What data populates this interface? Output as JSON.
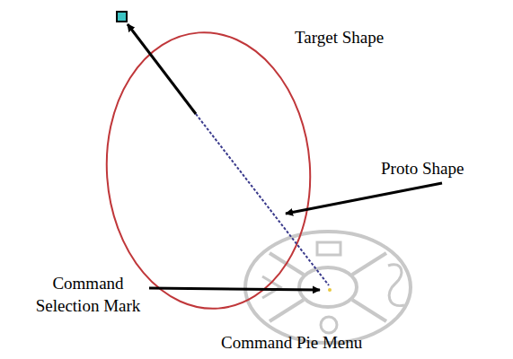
{
  "diagram": {
    "labels": [
      "Target Shape",
      "Proto Shape",
      "Command Selection Mark",
      "Command Pie Menu"
    ]
  }
}
